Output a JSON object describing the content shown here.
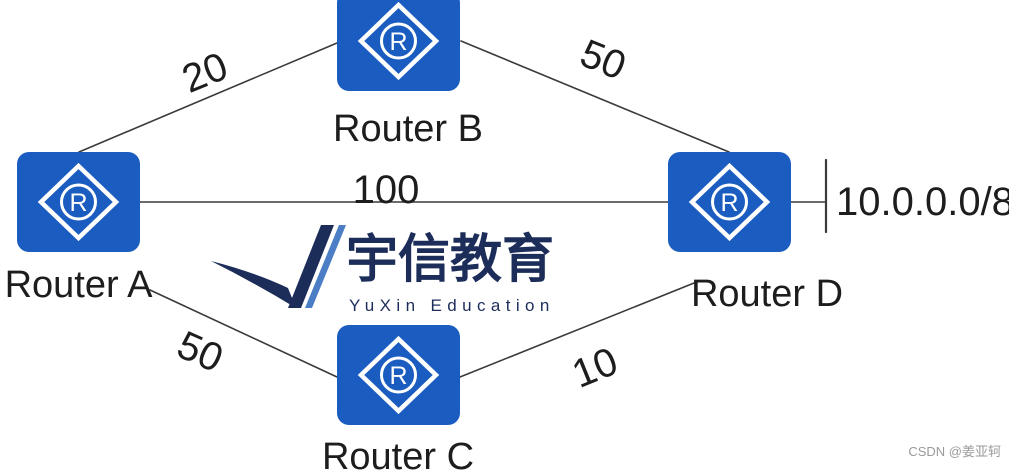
{
  "routers": {
    "a": {
      "label": "Router A"
    },
    "b": {
      "label": "Router B"
    },
    "c": {
      "label": "Router C"
    },
    "d": {
      "label": "Router D"
    }
  },
  "router_icon": {
    "icon": "router-icon",
    "letter": "R"
  },
  "links": {
    "a_b": {
      "cost": "20"
    },
    "b_d": {
      "cost": "50"
    },
    "a_d": {
      "cost": "100"
    },
    "a_c": {
      "cost": "50"
    },
    "c_d": {
      "cost": "10"
    }
  },
  "network": {
    "prefix": "10.0.0.0/8"
  },
  "watermark": {
    "logo_icon": "yuxin-education-logo",
    "name_cn": "宇信教育",
    "name_en": "YuXin Education"
  },
  "credit": {
    "text": "CSDN @姜亚轲"
  },
  "colors": {
    "router_blue": "#1a5cbf",
    "line": "#3a3a3a",
    "text": "#1d1d1d",
    "logo_navy": "#1c2d5a",
    "logo_blue": "#4b7ec4",
    "credit_gray": "#9a9a9a"
  }
}
